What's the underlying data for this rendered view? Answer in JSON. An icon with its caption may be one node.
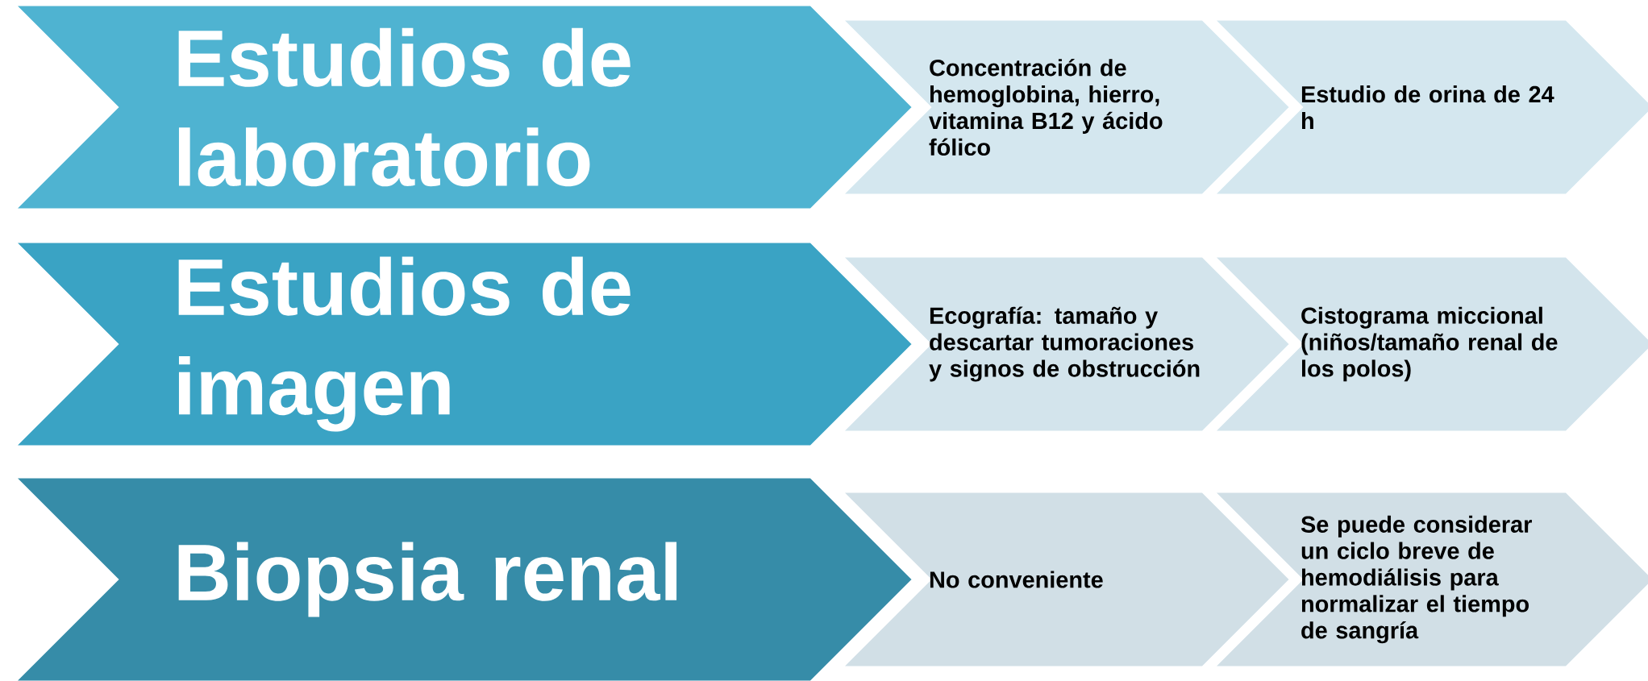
{
  "diagram": {
    "nodes": [
      {
        "text": [
          "Estudios de laboratorio"
        ]
      },
      {
        "text": [
          "Concentración de hemoglobina, hierro, vitamina B12 y ácido fólico"
        ]
      },
      {
        "text": [
          "Estudio de orina de 24 h"
        ]
      },
      {
        "text": [
          "Estudios de imagen"
        ]
      },
      {
        "text": [
          "Ecografía: tamaño y descartar tumoraciones y signos de obstrucción"
        ]
      },
      {
        "text": [
          "Cistograma miccional (niños/tamaño renal de los polos)"
        ]
      },
      {
        "text": [
          "Biopsia renal"
        ]
      },
      {
        "text": [
          "No conveniente"
        ]
      },
      {
        "text": [
          "Se puede considerar un ciclo breve de hemodiálisis para normalizar el tiempo de sangría"
        ]
      }
    ]
  }
}
